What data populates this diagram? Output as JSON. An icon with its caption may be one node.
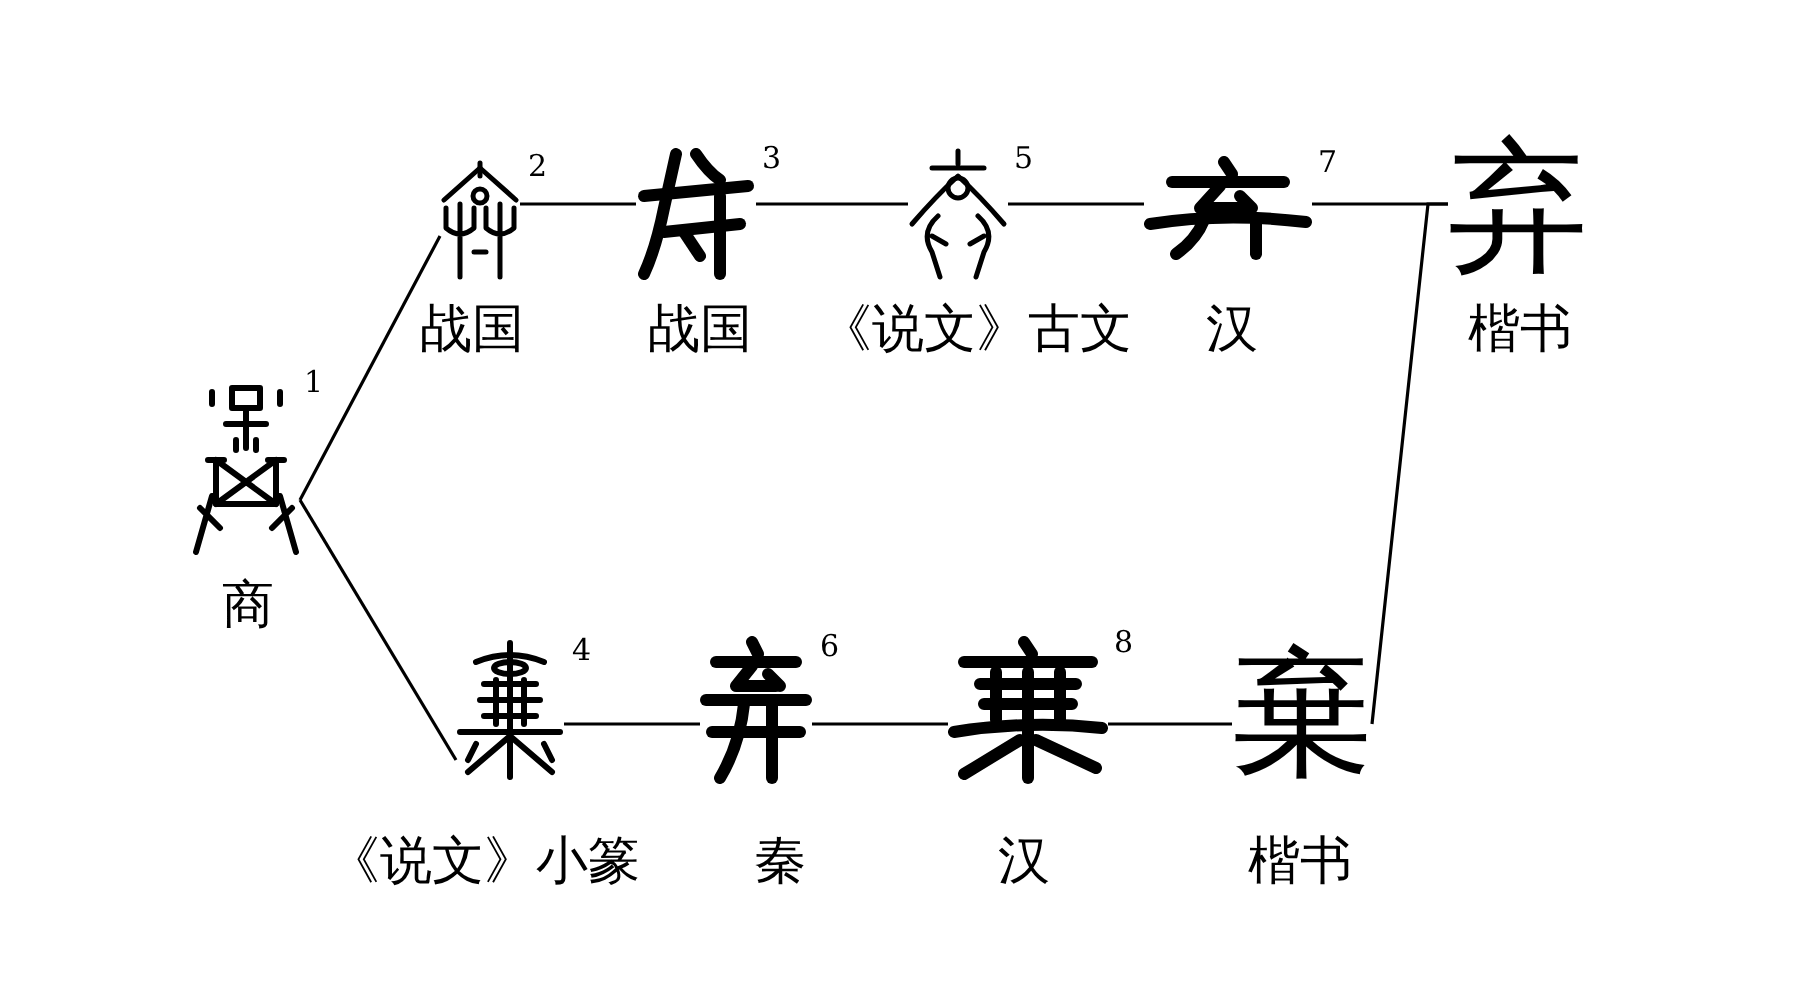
{
  "diagram": {
    "nodes": [
      {
        "text": [],
        "shape": "picture",
        "beside": [
          "1",
          "商"
        ]
      },
      {
        "text": [],
        "shape": "picture",
        "beside": [
          "2",
          "战国"
        ]
      },
      {
        "text": [],
        "shape": "picture",
        "beside": [
          "3",
          "战国"
        ]
      },
      {
        "text": [],
        "shape": "picture",
        "beside": [
          "5",
          "《说文》古文"
        ]
      },
      {
        "text": [],
        "shape": "picture",
        "beside": [
          "7",
          "汉"
        ]
      },
      {
        "text": [
          "弃"
        ],
        "beside": [
          "楷书"
        ]
      },
      {
        "text": [],
        "shape": "picture",
        "beside": [
          "4",
          "《说文》小篆"
        ]
      },
      {
        "text": [],
        "shape": "picture",
        "beside": [
          "6",
          "秦"
        ]
      },
      {
        "text": [],
        "shape": "picture",
        "beside": [
          "8",
          "汉"
        ]
      },
      {
        "text": [
          "棄"
        ],
        "beside": [
          "楷书"
        ]
      }
    ],
    "edges": [
      {
        "from": 0,
        "to": 1,
        "arrow": "none"
      },
      {
        "from": 1,
        "to": 2,
        "arrow": "none"
      },
      {
        "from": 2,
        "to": 3,
        "arrow": "none"
      },
      {
        "from": 3,
        "to": 4,
        "arrow": "none"
      },
      {
        "from": 4,
        "to": 5,
        "arrow": "none"
      },
      {
        "from": 0,
        "to": 6,
        "arrow": "none"
      },
      {
        "from": 6,
        "to": 7,
        "arrow": "none"
      },
      {
        "from": 7,
        "to": 8,
        "arrow": "none"
      },
      {
        "from": 8,
        "to": 9,
        "arrow": "none"
      },
      {
        "from": 9,
        "to": 5,
        "arrow": "none"
      }
    ]
  }
}
